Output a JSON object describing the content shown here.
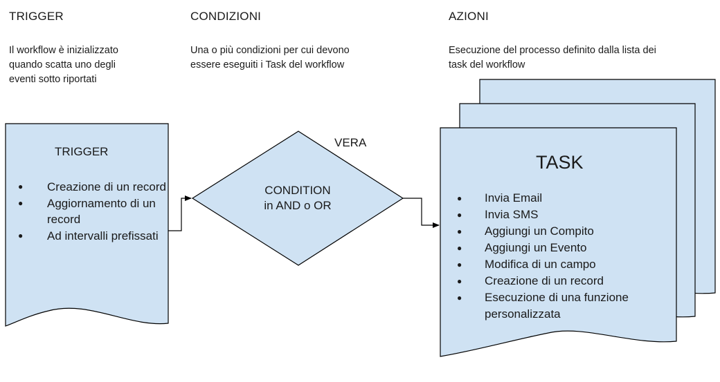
{
  "columns": {
    "trigger": {
      "title": "TRIGGER",
      "description": [
        "Il workflow è inizializzato",
        "quando scatta uno degli",
        "eventi sotto riportati"
      ]
    },
    "conditions": {
      "title": "CONDIZIONI",
      "description": [
        "Una o più condizioni per cui devono",
        "essere eseguiti i Task del workflow"
      ]
    },
    "actions": {
      "title": "AZIONI",
      "description": [
        "Esecuzione del processo definito dalla lista dei",
        "task del workflow"
      ]
    }
  },
  "trigger_box": {
    "title": "TRIGGER",
    "items": [
      "Creazione di un record",
      "Aggiornamento di un record",
      "Ad intervalli prefissati"
    ]
  },
  "condition": {
    "line1": "CONDITION",
    "line2": "in AND o OR"
  },
  "edge_label": "VERA",
  "task_box": {
    "title": "TASK",
    "items": [
      "Invia Email",
      "Invia SMS",
      "Aggiungi un Compito",
      "Aggiungi un Evento",
      "Modifica di un campo",
      "Creazione di un record",
      "Esecuzione di una funzione personalizzata"
    ]
  },
  "colors": {
    "shape_fill": "#cfe2f3",
    "shape_stroke": "#000000",
    "text": "#1a1a1a"
  }
}
